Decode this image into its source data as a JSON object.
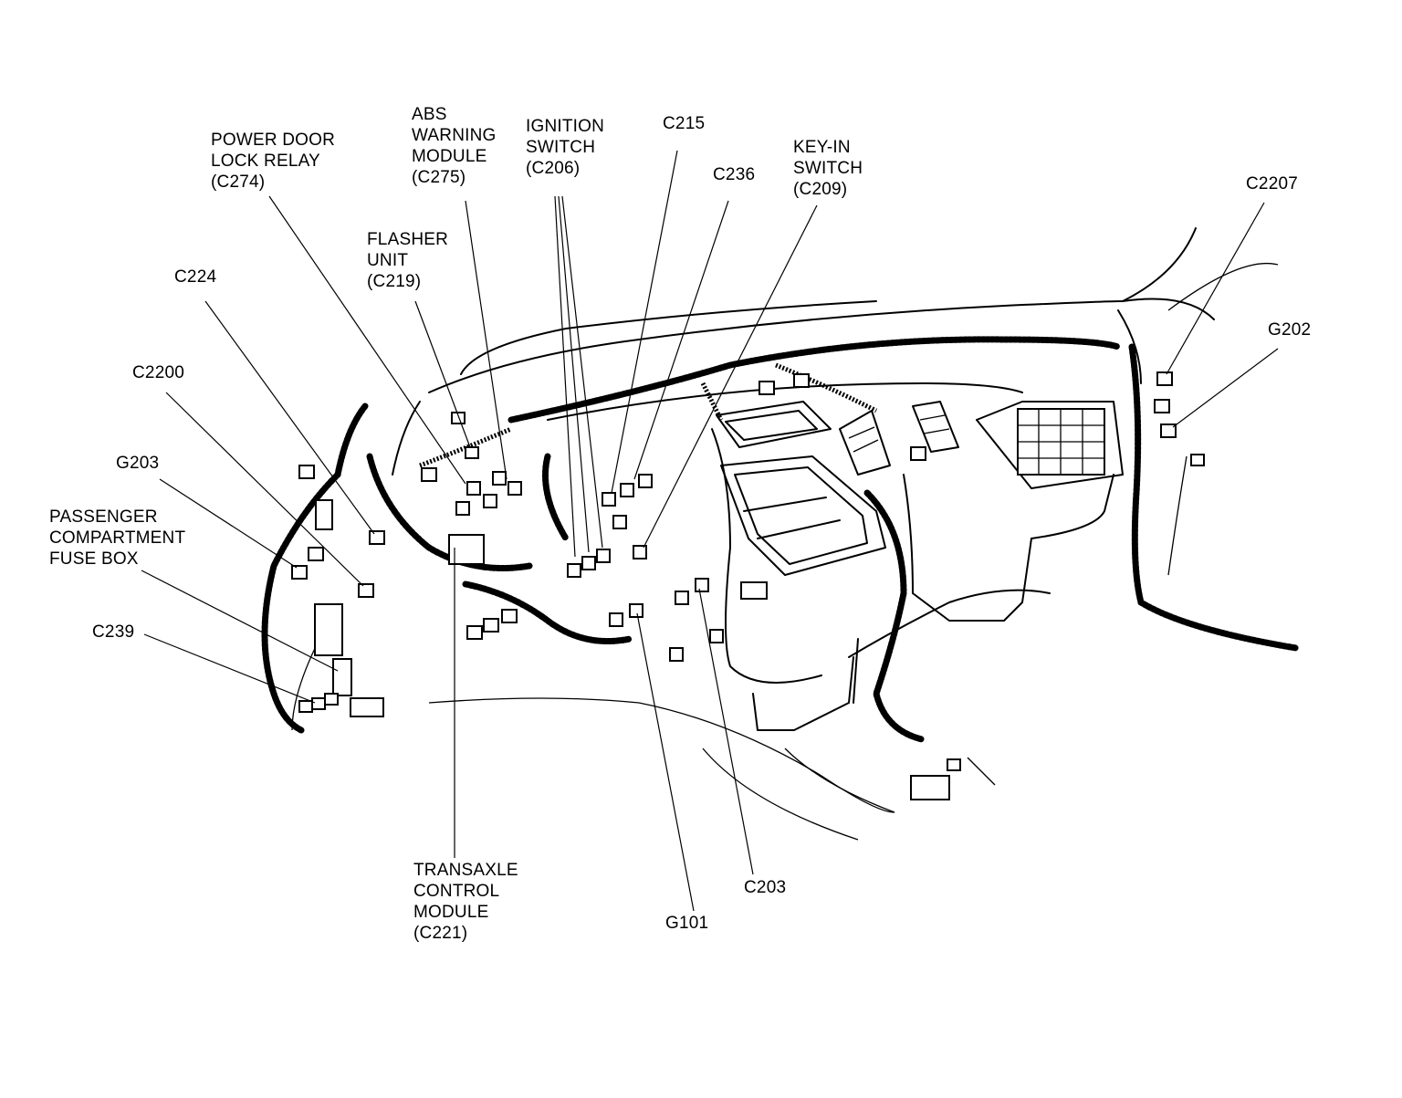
{
  "labels": {
    "power_door_lock_relay": "POWER DOOR\nLOCK RELAY\n(C274)",
    "abs_warning_module": "ABS\nWARNING\nMODULE\n(C275)",
    "ignition_switch": "IGNITION\nSWITCH\n(C206)",
    "c215": "C215",
    "c236": "C236",
    "key_in_switch": "KEY-IN\nSWITCH\n(C209)",
    "c2207": "C2207",
    "g202": "G202",
    "flasher_unit": "FLASHER\nUNIT\n(C219)",
    "c224": "C224",
    "c2200": "C2200",
    "g203": "G203",
    "passenger_fuse_box": "PASSENGER\nCOMPARTMENT\nFUSE BOX",
    "c239": "C239",
    "transaxle_control_module": "TRANSAXLE\nCONTROL\nMODULE\n(C221)",
    "g101": "G101",
    "c203": "C203"
  }
}
